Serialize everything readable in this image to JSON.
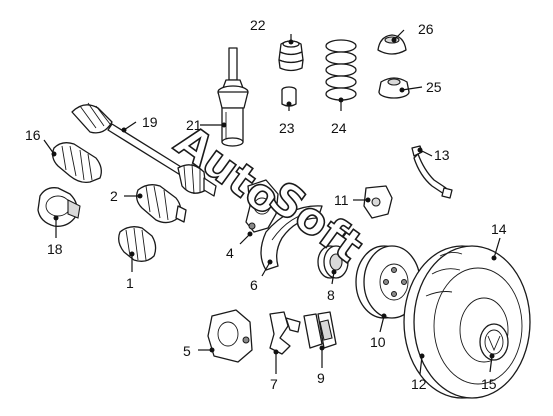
{
  "watermark": {
    "text_1": "Auto",
    "text_2": "Soft"
  },
  "callouts": {
    "p1": "1",
    "p2": "2",
    "p4": "4",
    "p5": "5",
    "p6": "6",
    "p7": "7",
    "p8": "8",
    "p9": "9",
    "p10": "10",
    "p11": "11",
    "p12": "12",
    "p13": "13",
    "p14": "14",
    "p15": "15",
    "p16": "16",
    "p18": "18",
    "p19": "19",
    "p21": "21",
    "p22": "22",
    "p23": "23",
    "p24": "24",
    "p25": "25",
    "p26": "26"
  }
}
